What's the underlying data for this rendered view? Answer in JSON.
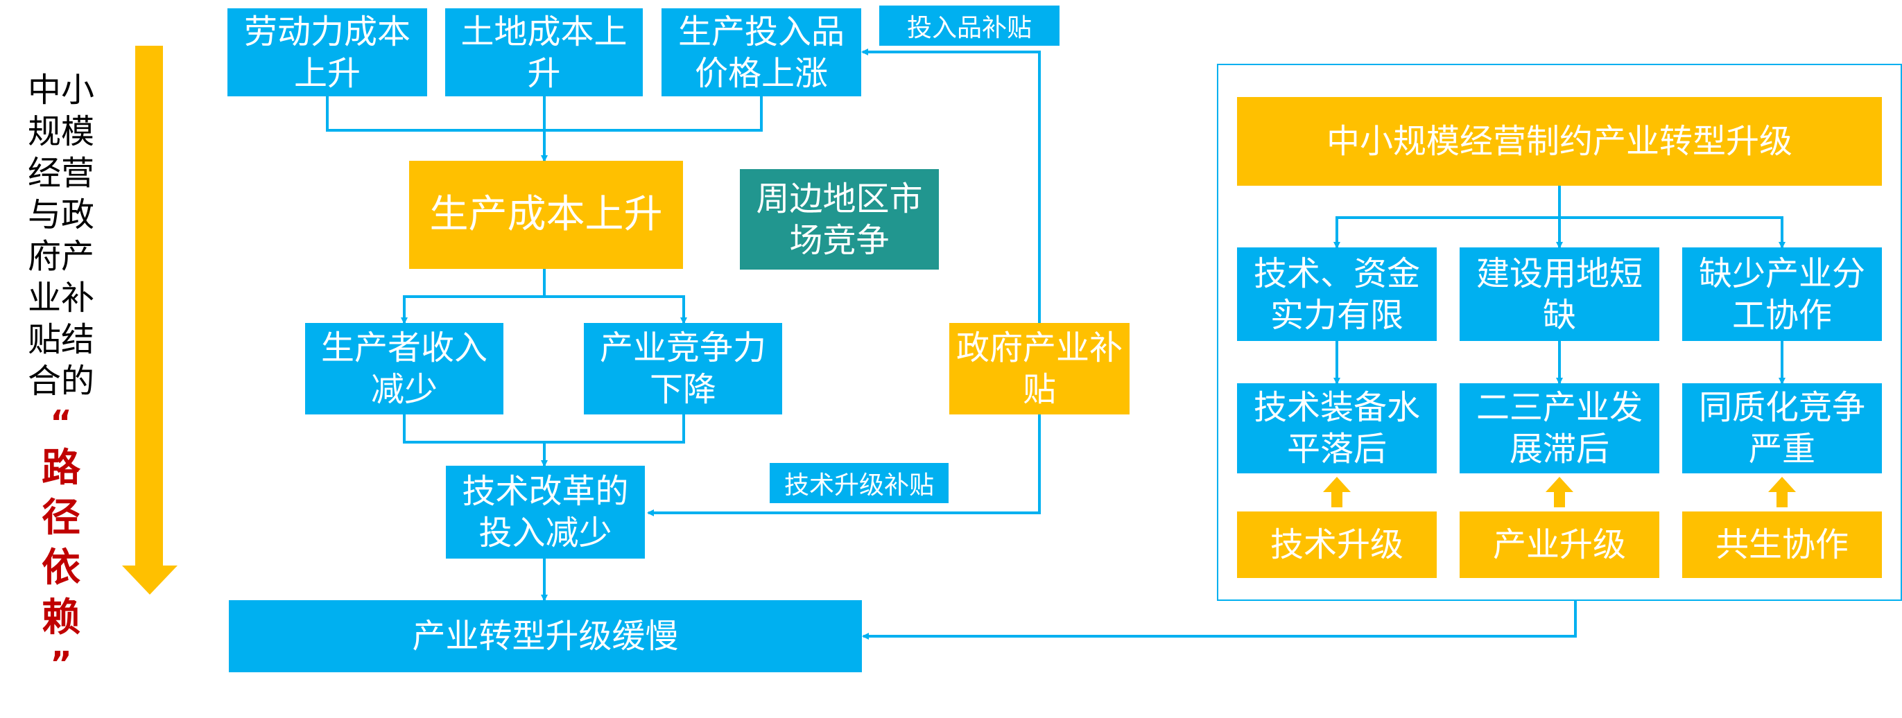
{
  "side": {
    "lines": [
      "中小",
      "规模",
      "经营",
      "与政",
      "府产",
      "业补",
      "贴结",
      "合的"
    ],
    "quote_open": "“",
    "keyword": [
      "路",
      "径",
      "依",
      "赖"
    ],
    "quote_close": "”"
  },
  "left": {
    "labor_cost": "劳动力成本上升",
    "land_cost": "土地成本上升",
    "input_price": "生产投入品价格上涨",
    "input_subsidy": "投入品补贴",
    "production_cost": "生产成本上升",
    "regional_competition": "周边地区市场竞争",
    "producer_income": "生产者收入减少",
    "competitiveness": "产业竞争力下降",
    "gov_subsidy": "政府产业补贴",
    "tech_subsidy": "技术升级补贴",
    "tech_investment": "技术改革的投入减少",
    "slow_upgrade": "产业转型升级缓慢"
  },
  "right": {
    "title": "中小规模经营制约产业转型升级",
    "col1": {
      "top": "技术、资金实力有限",
      "mid": "技术装备水平落后",
      "bottom": "技术升级"
    },
    "col2": {
      "top": "建设用地短缺",
      "mid": "二三产业发展滞后",
      "bottom": "产业升级"
    },
    "col3": {
      "top": "缺少产业分工协作",
      "mid": "同质化竞争严重",
      "bottom": "共生协作"
    }
  },
  "colors": {
    "blue": "#00B0F0",
    "gold": "#FFC000",
    "teal": "#21968F",
    "red": "#C00000"
  }
}
